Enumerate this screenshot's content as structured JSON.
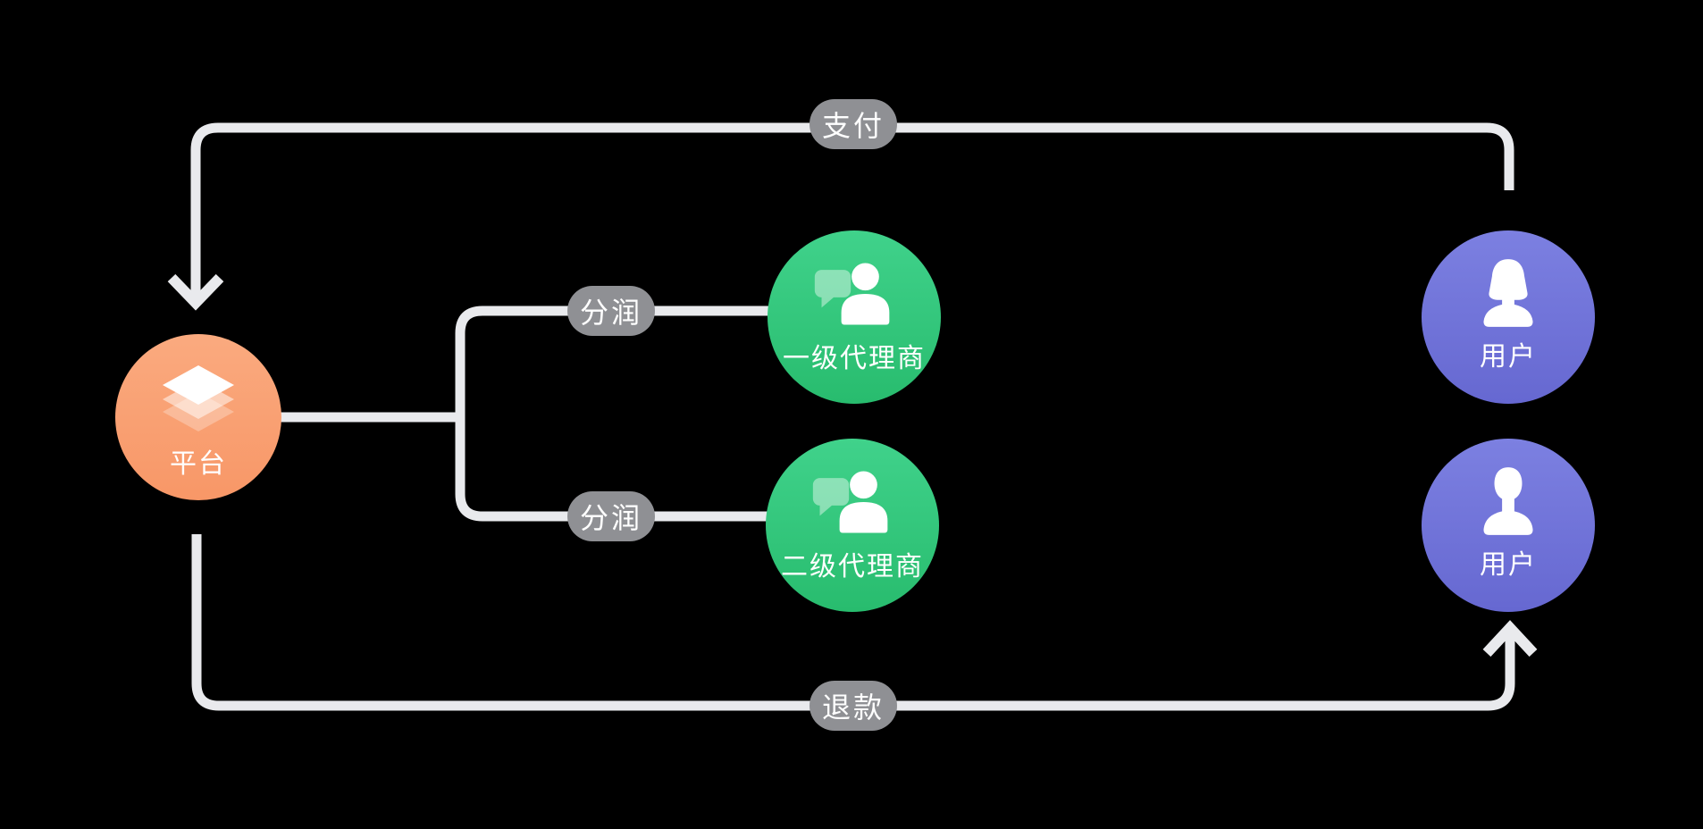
{
  "theme": {
    "bg": "#000000",
    "line": "#E9EAED",
    "pillBg": "#8F9094",
    "pillText": "#FFFFFF",
    "nodeText": "#FFFFFF",
    "orangeTop": "#FAAA7F",
    "orangeBottom": "#F89767",
    "greenTop": "#40D28B",
    "greenBottom": "#28BC6E",
    "purpleTop": "#7C80E1",
    "purpleBottom": "#6668D1"
  },
  "nodes": {
    "platform": {
      "label": "平台",
      "icon": "layers-icon"
    },
    "agent1": {
      "label": "一级代理商",
      "icon": "agent-person-icon"
    },
    "agent2": {
      "label": "二级代理商",
      "icon": "agent-person-icon"
    },
    "user1": {
      "label": "用户",
      "icon": "female-user-icon"
    },
    "user2": {
      "label": "用户",
      "icon": "male-user-icon"
    }
  },
  "edges": {
    "pay": {
      "label": "支付"
    },
    "profit_share_1": {
      "label": "分润"
    },
    "profit_share_2": {
      "label": "分润"
    },
    "refund": {
      "label": "退款"
    }
  }
}
